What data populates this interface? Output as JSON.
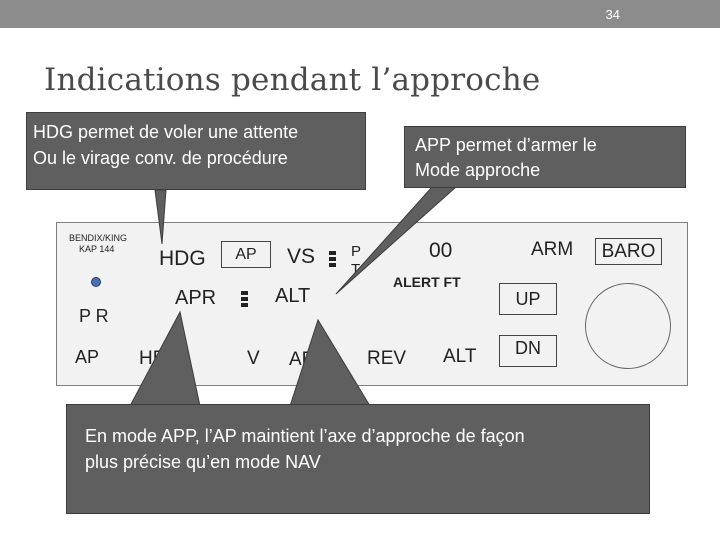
{
  "header": {
    "page_number": "34"
  },
  "slide": {
    "title": "Indications pendant l’approche"
  },
  "panel": {
    "brand": "BENDIX/KING",
    "model": "KAP 144",
    "pr_label": "P  R",
    "ap_button": "AP",
    "hdg_annunciator": "HDG",
    "ap_annunciator": "AP",
    "vs_annunciator": "VS",
    "pt_annunciator_line1": "P",
    "pt_annunciator_line2": "T",
    "apr_annunciator": "APR",
    "alt_annunciator": "ALT",
    "alt_value": "00",
    "alert_ft": "ALERT FT",
    "arm_label": "ARM",
    "baro_label": "BARO",
    "up_button": "UP",
    "dn_button": "DN",
    "hdg_button": "HD",
    "nav_button": "V",
    "apr_button": "APR",
    "rev_button": "REV",
    "alt_button": "ALT"
  },
  "callouts": {
    "hdg": {
      "line1": "HDG permet de voler une attente",
      "line2": "Ou le virage conv. de procédure"
    },
    "app": {
      "line1": "APP permet d’armer le",
      "line2": "Mode approche"
    },
    "mode": {
      "line1": "En mode APP, l’AP maintient l’axe d’approche de façon",
      "line2": "plus précise qu’en mode NAV"
    }
  },
  "colors": {
    "callout_fill": "#5f5f5f",
    "header_bar": "#8c8c8c",
    "panel_fill": "#f2f2f2"
  }
}
